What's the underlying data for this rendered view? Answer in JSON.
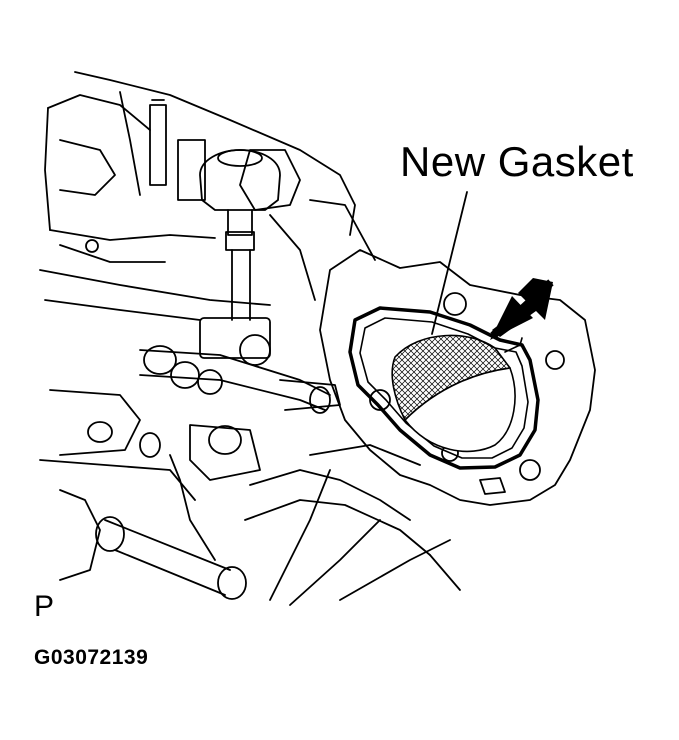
{
  "callout": {
    "text": "New Gasket"
  },
  "view_code": "P",
  "figure_id": "G03072139",
  "colors": {
    "ink": "#000000",
    "paper": "#ffffff"
  },
  "icons": {
    "arrow": "arrow-pointing-icon"
  }
}
